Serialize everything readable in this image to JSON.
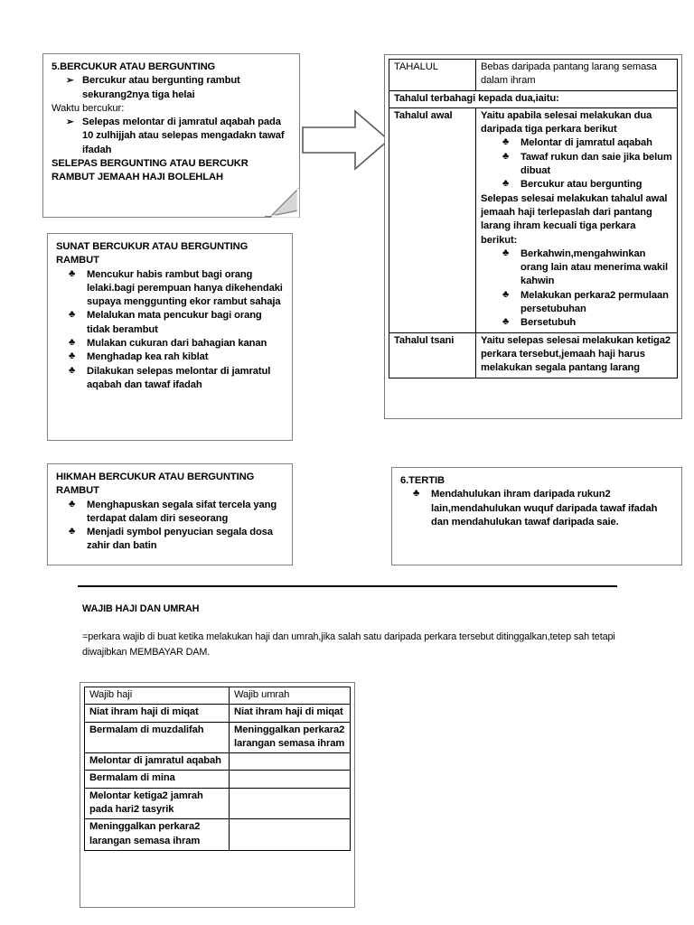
{
  "document": {
    "title": "Bercukur / Bergunting & Tahalul & Wajib Haji dan Umrah"
  },
  "bercukur_box": {
    "heading": "5.BERCUKUR ATAU BERGUNTING",
    "bullet_glyph": "➢",
    "items_1": [
      "Bercukur atau bergunting rambut sekurang2nya tiga helai"
    ],
    "subheading": "Waktu bercukur:",
    "items_2": [
      "Selepas melontar di jamratul aqabah pada 10 zulhijjah atau selepas mengadakn tawaf ifadah"
    ],
    "footer_line1": "SELEPAS BERGUNTING ATAU BERCUKR",
    "footer_line2": "RAMBUT JEMAAH HAJI BOLEHLAH"
  },
  "arrow": {
    "name": "right-block-arrow",
    "fill": "#ffffff",
    "stroke": "#595959"
  },
  "tahalul_table": {
    "bullet_glyph": "♣",
    "rows": [
      {
        "label": "TAHALUL",
        "text": "Bebas daripada pantang larang semasa dalam ihram"
      },
      {
        "span": "Tahalul terbahagi kepada dua,iaitu:"
      },
      {
        "label": "Tahalul awal",
        "intro": "Yaitu apabila selesai melakukan dua daripada tiga perkara berikut",
        "bullets_1": [
          "Melontar di jamratul aqabah",
          "Tawaf rukun dan saie jika belum dibuat",
          "Bercukur atau bergunting"
        ],
        "middle": "Selepas selesai melakukan tahalul awal jemaah haji terlepaslah dari pantang larang ihram kecuali tiga perkara berikut:",
        "bullets_2": [
          "Berkahwin,mengahwinkan orang lain atau menerima wakil kahwin",
          "Melakukan perkara2 permulaan persetubuhan",
          "Bersetubuh"
        ]
      },
      {
        "label": "Tahalul tsani",
        "text": "Yaitu selepas selesai melakukan ketiga2 perkara tersebut,jemaah haji harus melakukan segala pantang larang"
      }
    ]
  },
  "sunat_box": {
    "heading_line1": "SUNAT BERCUKUR ATAU BERGUNTING",
    "heading_line2": "RAMBUT",
    "bullet_glyph": "♣",
    "items": [
      "Mencukur habis rambut bagi orang lelaki.bagi perempuan hanya dikehendaki supaya menggunting ekor rambut sahaja",
      "Melalukan mata pencukur bagi orang tidak berambut",
      "Mulakan cukuran dari bahagian kanan",
      "Menghadap kea rah kiblat",
      "Dilakukan selepas melontar di jamratul aqabah dan tawaf ifadah"
    ]
  },
  "hikmah_box": {
    "heading_line1": "HIKMAH BERCUKUR ATAU BERGUNTING",
    "heading_line2": "RAMBUT",
    "bullet_glyph": "♣",
    "items": [
      "Menghapuskan segala sifat tercela yang terdapat dalam diri seseorang",
      "Menjadi symbol penyucian segala dosa zahir dan batin"
    ]
  },
  "tertib_box": {
    "heading": "6.TERTIB",
    "bullet_glyph": "♣",
    "items": [
      "Mendahulukan ihram daripada rukun2 lain,mendahulukan wuquf daripada tawaf ifadah dan mendahulukan tawaf daripada saie."
    ]
  },
  "wajib_section": {
    "title": "WAJIB HAJI DAN UMRAH",
    "description": "=perkara wajib di buat ketika melakukan haji dan umrah,jika salah satu daripada perkara tersebut ditinggalkan,tetep sah tetapi diwajibkan MEMBAYAR DAM.",
    "table": {
      "headers": [
        "Wajib haji",
        "Wajib umrah"
      ],
      "rows": [
        [
          "Niat ihram haji di miqat",
          "Niat ihram haji di miqat"
        ],
        [
          "Bermalam di muzdalifah",
          "Meninggalkan perkara2 larangan semasa ihram"
        ],
        [
          "Melontar di jamratul aqabah",
          ""
        ],
        [
          "Bermalam di mina",
          ""
        ],
        [
          "Melontar ketiga2 jamrah pada hari2 tasyrik",
          ""
        ],
        [
          "Meninggalkan perkara2 larangan semasa ihram",
          ""
        ]
      ]
    }
  },
  "colors": {
    "box_border": "#808080",
    "table_border": "#000000",
    "text": "#000000",
    "background": "#ffffff"
  }
}
